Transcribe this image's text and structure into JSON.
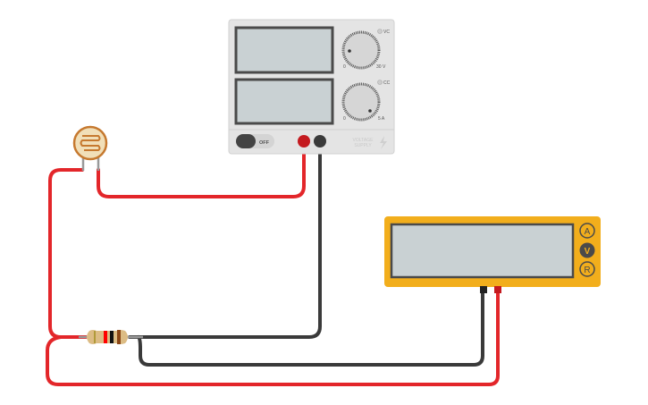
{
  "power_supply": {
    "switch_label": "OFF",
    "voltage_knob": {
      "min_label": "0",
      "max_label": "30 V",
      "indicator_label": "VC"
    },
    "current_knob": {
      "min_label": "0",
      "max_label": "5 A",
      "indicator_label": "CC"
    },
    "brand_line1": "VOLTAGE",
    "brand_line2": "SUPPLY"
  },
  "multimeter": {
    "modes": [
      "A",
      "V",
      "R"
    ],
    "selected_mode": "V"
  },
  "colors": {
    "wire_red": "#e3262a",
    "wire_black": "#3a3a3a",
    "multimeter_body": "#f2ae1c",
    "display_fill": "#c9d1d3",
    "supply_body": "#e4e4e4"
  }
}
